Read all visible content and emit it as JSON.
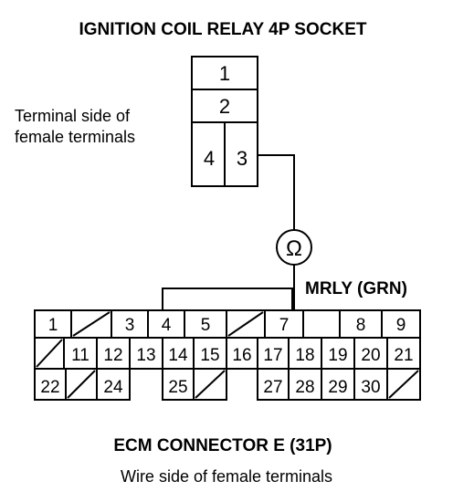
{
  "relay": {
    "title": "IGNITION COIL RELAY 4P SOCKET",
    "side_label_line1": "Terminal side of",
    "side_label_line2": "female terminals",
    "terminals": [
      "1",
      "2",
      "4",
      "3"
    ]
  },
  "meter": {
    "symbol": "Ω"
  },
  "wire": {
    "label": "MRLY (GRN)"
  },
  "ecm": {
    "title": "ECM CONNECTOR E (31P)",
    "subtitle": "Wire side of female terminals",
    "row1": [
      "1",
      "",
      "3",
      "4",
      "5",
      "",
      "7",
      "",
      "8",
      "9"
    ],
    "row2": [
      "",
      "11",
      "12",
      "13",
      "14",
      "15",
      "16",
      "17",
      "18",
      "19",
      "20",
      "21"
    ],
    "row3": [
      "22",
      "",
      "24",
      "",
      "25",
      "",
      "",
      "27",
      "28",
      "29",
      "30",
      ""
    ]
  }
}
